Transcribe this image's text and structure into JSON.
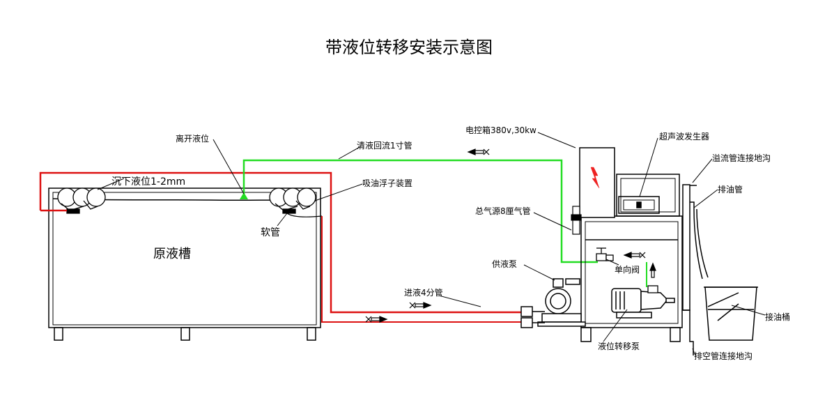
{
  "title": "带液位转移安装示意图",
  "labels": {
    "leave_level": "离开液位",
    "clear_return": "清液回流1寸管",
    "control_box": "电控箱380v,30kw",
    "ultrasonic_gen": "超声波发生器",
    "overflow": "溢流管连接地沟",
    "drain_pipe": "排油管",
    "settle_level": "沉下液位1-2mm",
    "oil_float": "吸油浮子装置",
    "hose": "软管",
    "raw_tank": "原液槽",
    "air_source": "总气源8厘气管",
    "check_valve": "单向阀",
    "supply_pump": "供液泵",
    "inlet_pipe": "进液4分管",
    "transfer_pump": "液位转移泵",
    "oil_bucket": "接油桶",
    "empty_drain": "排空管连接地沟"
  },
  "colors": {
    "return_line": "#22dd22",
    "supply_line": "#dd1111",
    "stroke": "#000000",
    "lightning": "#ee2222"
  }
}
